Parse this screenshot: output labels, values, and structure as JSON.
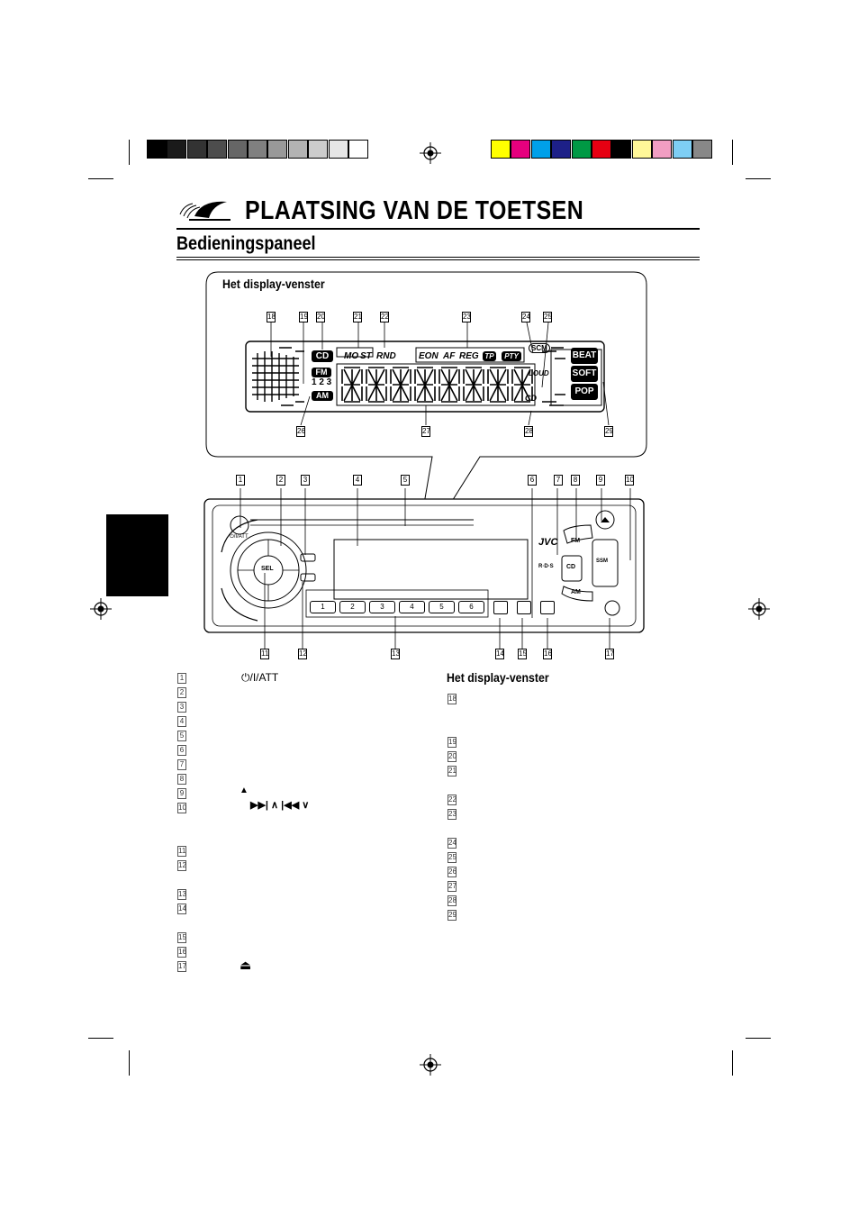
{
  "page": {
    "title": "PLAATSING VAN DE TOETSEN",
    "subtitle": "Bedieningspaneel",
    "display_caption": "Het display-venster",
    "list_heading_right": "Het display-venster"
  },
  "colors": {
    "grayscale_bar": [
      "#000000",
      "#1a1a1a",
      "#333333",
      "#4d4d4d",
      "#666666",
      "#808080",
      "#999999",
      "#b3b3b3",
      "#cccccc",
      "#e6e6e6",
      "#ffffff"
    ],
    "color_bar": [
      "#ffff00",
      "#e6007e",
      "#00a0e9",
      "#1d2088",
      "#009944",
      "#e60012",
      "#000000",
      "#fff799",
      "#f19ec2",
      "#7ecef4",
      "#888888"
    ],
    "sidebar_tab": "#000000"
  },
  "display_window": {
    "callouts_top": [
      "18",
      "19",
      "20",
      "21",
      "22",
      "23",
      "24",
      "25"
    ],
    "callouts_bottom": [
      "26",
      "27",
      "28",
      "29"
    ],
    "indicators": {
      "cd": "CD",
      "fm": "FM",
      "fm_presets": "1 2 3",
      "am": "AM",
      "mo": "MO",
      "st": "ST",
      "rnd": "RND",
      "eon": "EON",
      "af": "AF",
      "reg": "REG",
      "tp": "TP",
      "pty": "PTY",
      "scm": "SCM",
      "loud": "LOUD",
      "cd_small": "CD",
      "beat": "BEAT",
      "soft": "SOFT",
      "pop": "POP"
    }
  },
  "unit": {
    "callouts_top": [
      "1",
      "2",
      "3",
      "4",
      "5",
      "6",
      "7",
      "8",
      "9",
      "10"
    ],
    "callouts_bottom": [
      "11",
      "12",
      "13",
      "14",
      "15",
      "16",
      "17"
    ],
    "power_label": "⏻/I/ATT",
    "sel_label": "SEL",
    "brand": "JVC",
    "rds": "R·D·S",
    "fm_button": "FM",
    "cd_button": "CD",
    "am_button": "AM",
    "ssm_label": "SSM",
    "presets": [
      "1",
      "2",
      "3",
      "4",
      "5",
      "6"
    ]
  },
  "list_left": {
    "numbers": [
      "1",
      "2",
      "3",
      "4",
      "5",
      "6",
      "7",
      "8",
      "9",
      "10",
      "11",
      "12",
      "13",
      "14",
      "15",
      "16",
      "17"
    ],
    "item1_symbol": "⏻/I/ATT",
    "item9_symbol": "▲",
    "item10_symbols": "▶▶| ∧ |◀◀ ∨",
    "item17_symbol": "⏏"
  },
  "list_right": {
    "numbers": [
      "18",
      "19",
      "20",
      "21",
      "22",
      "23",
      "24",
      "25",
      "26",
      "27",
      "28",
      "29"
    ]
  }
}
